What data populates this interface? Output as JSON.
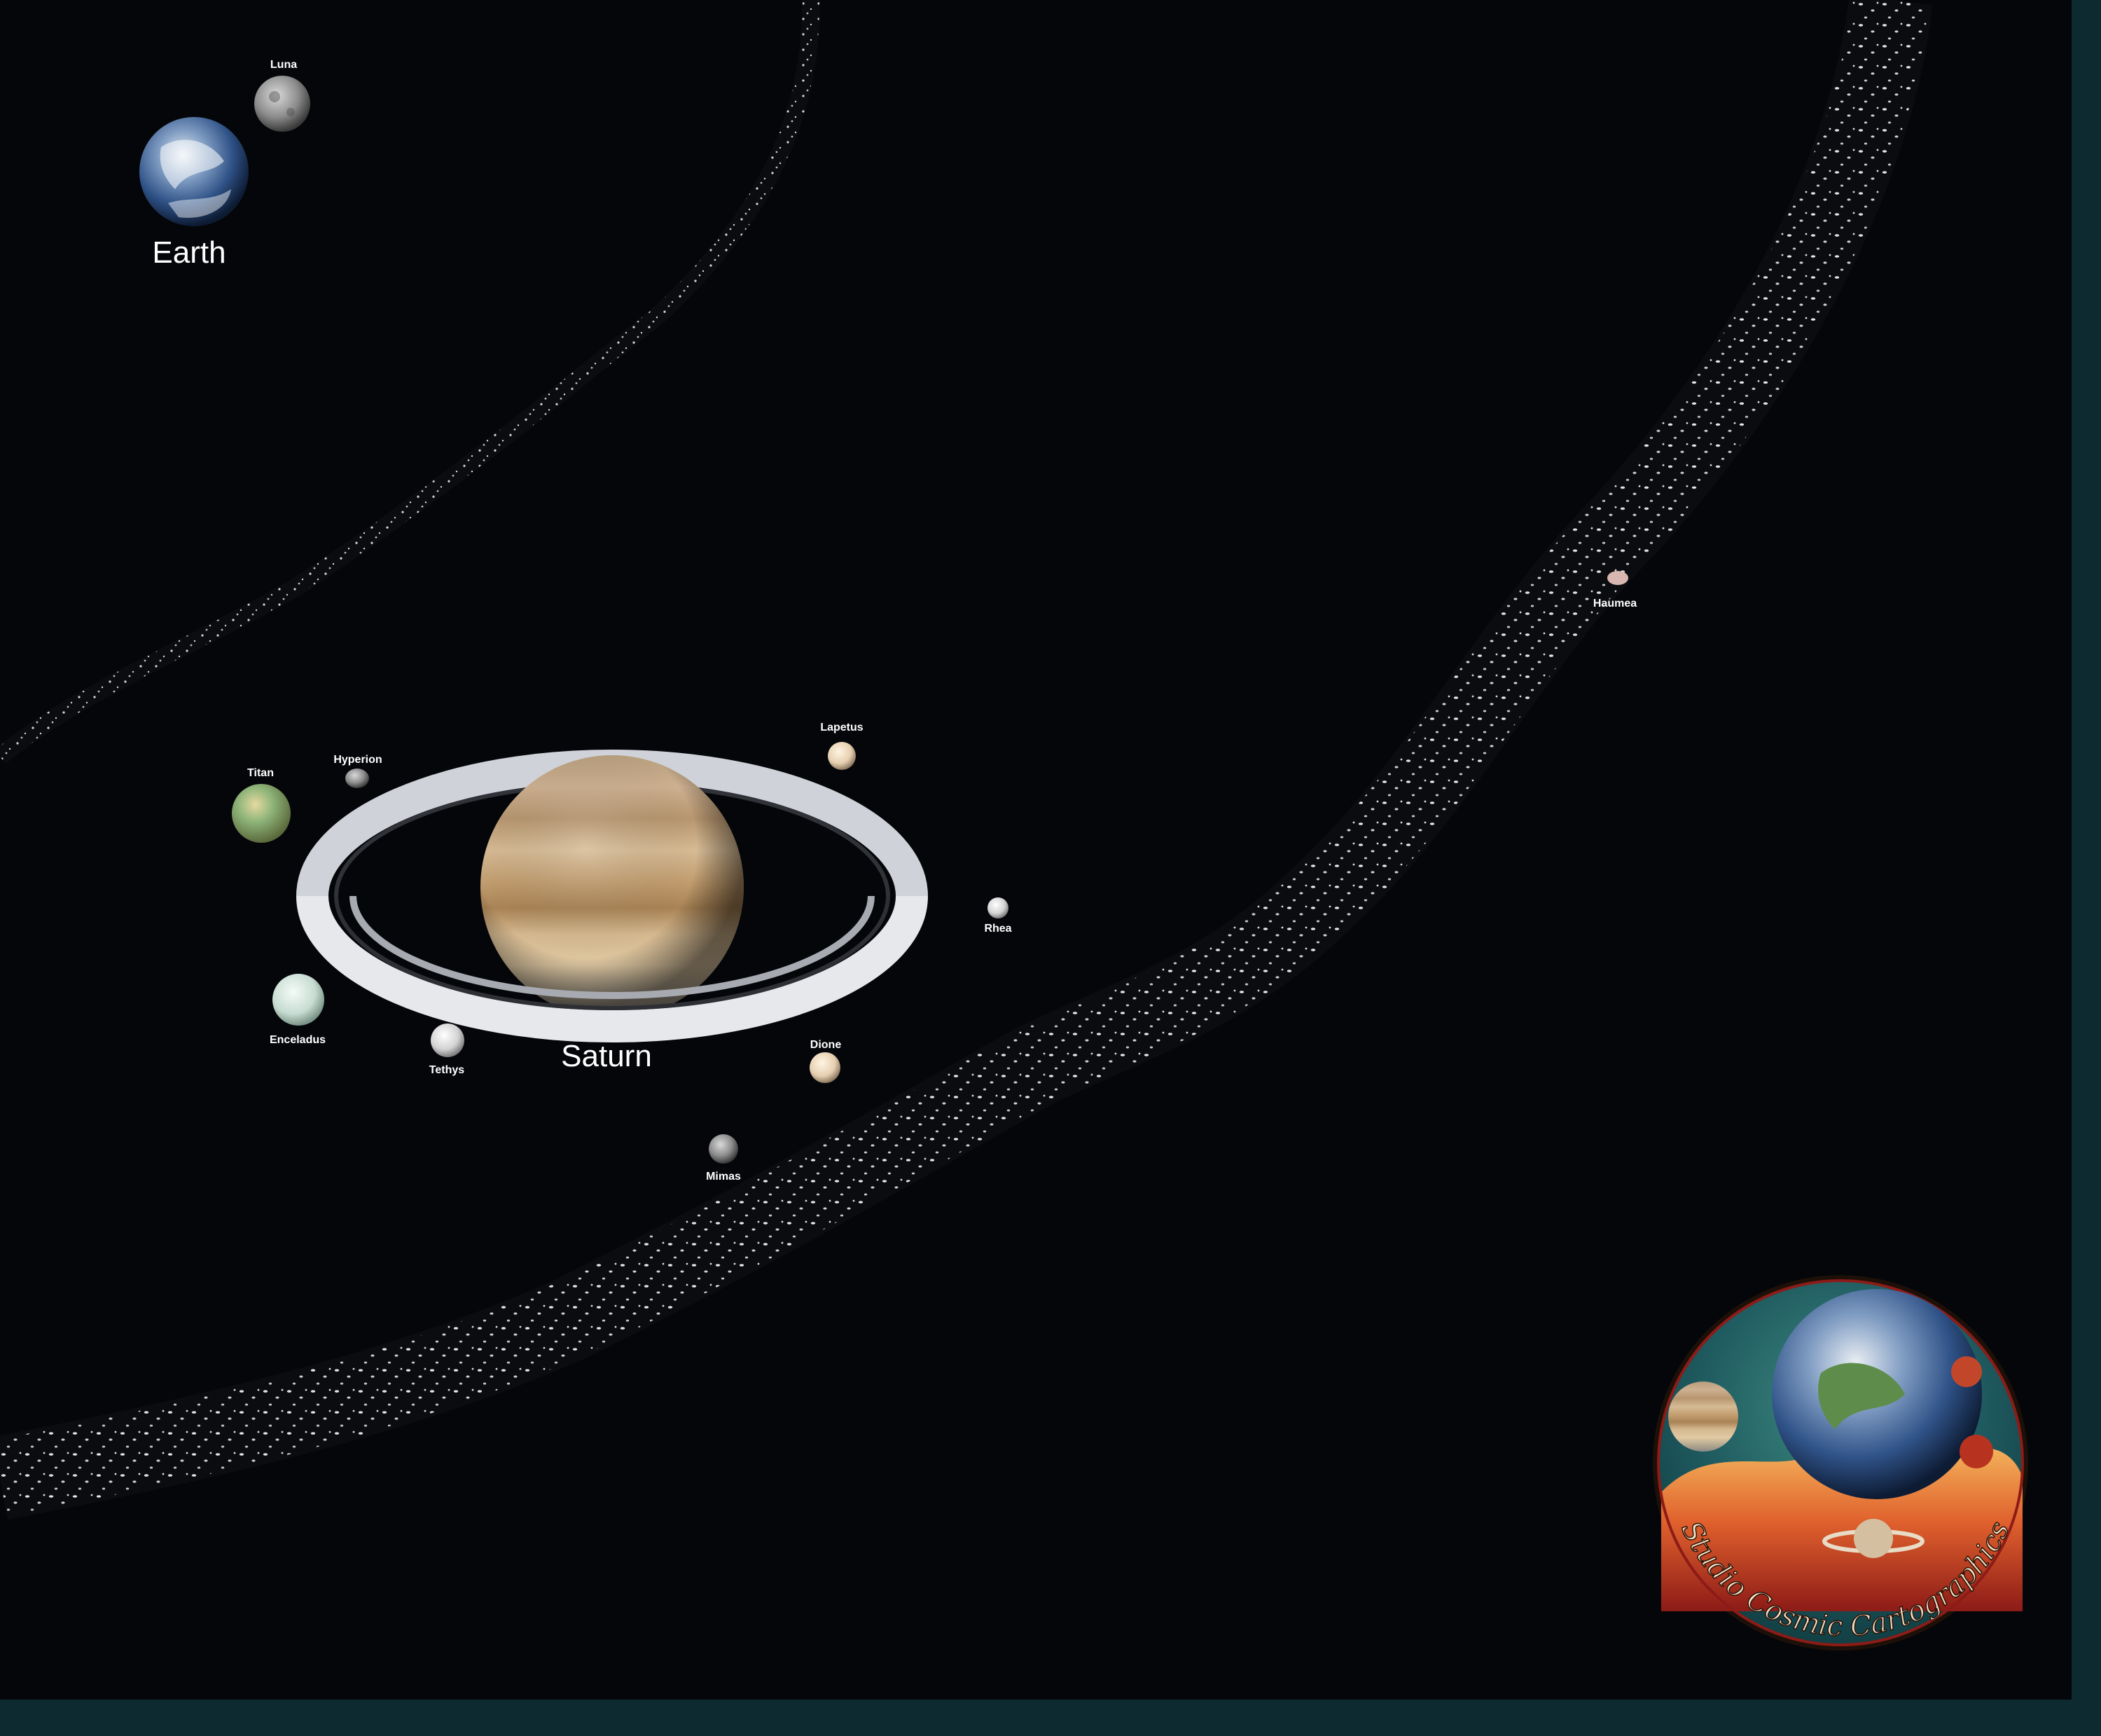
{
  "map": {
    "colors": {
      "space": "#05060a",
      "frame": "#0c2a30",
      "earth_ocean": "#3f6aa8",
      "saturn_band": "#d8b890",
      "ring": "#e6e8ec",
      "belt_particles": "#d9d9d9"
    },
    "bodies": {
      "earth": "Earth",
      "luna": "Luna",
      "saturn": "Saturn",
      "titan": "Titan",
      "hyperion": "Hyperion",
      "lapetus": "Lapetus",
      "rhea": "Rhea",
      "dione": "Dione",
      "tethys": "Tethys",
      "enceladus": "Enceladus",
      "mimas": "Mimas",
      "haumea": "Haumea"
    },
    "logo": {
      "text": "Studio Cosmic Cartographics"
    }
  }
}
